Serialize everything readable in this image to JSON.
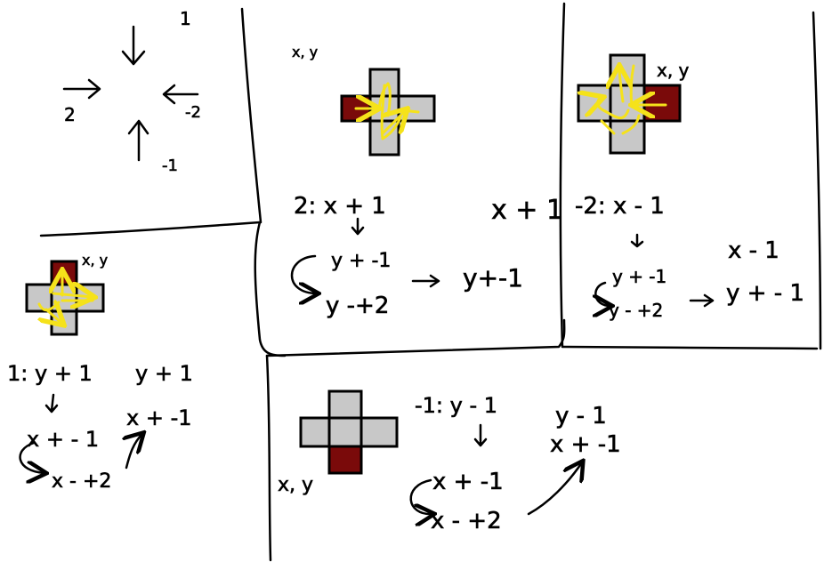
{
  "colors": {
    "cell_fill": "#c8c8c8",
    "cell_highlight": "#7a0a0a",
    "cell_border": "#000000",
    "path_color": "#f5e21a",
    "ink": "#000000",
    "background": "#ffffff"
  },
  "legend": {
    "up_label": "1",
    "right_label": "2",
    "left_label": "-2",
    "down_label": "-1"
  },
  "panel_2": {
    "origin": "x, y",
    "rule": "2: x + 1",
    "step_1": "y + -1",
    "step_2": "y -+2",
    "result": "y+-1",
    "side_note": "x + 1"
  },
  "panel_neg2": {
    "origin": "x, y",
    "rule": "-2: x - 1",
    "step_1": "y + -1",
    "step_2": "y - +2",
    "result_1": "x - 1",
    "result_2": "y + - 1"
  },
  "panel_1": {
    "origin": "x, y",
    "rule": "1: y + 1",
    "step_1": "x + - 1",
    "step_2": "x - +2",
    "result_1": "y + 1",
    "result_2": "x + -1"
  },
  "panel_neg1": {
    "origin": "x, y",
    "rule": "-1: y - 1",
    "step_1": "x + -1",
    "step_2": "x - +2",
    "result_1": "y - 1",
    "result_2": "x + -1"
  }
}
